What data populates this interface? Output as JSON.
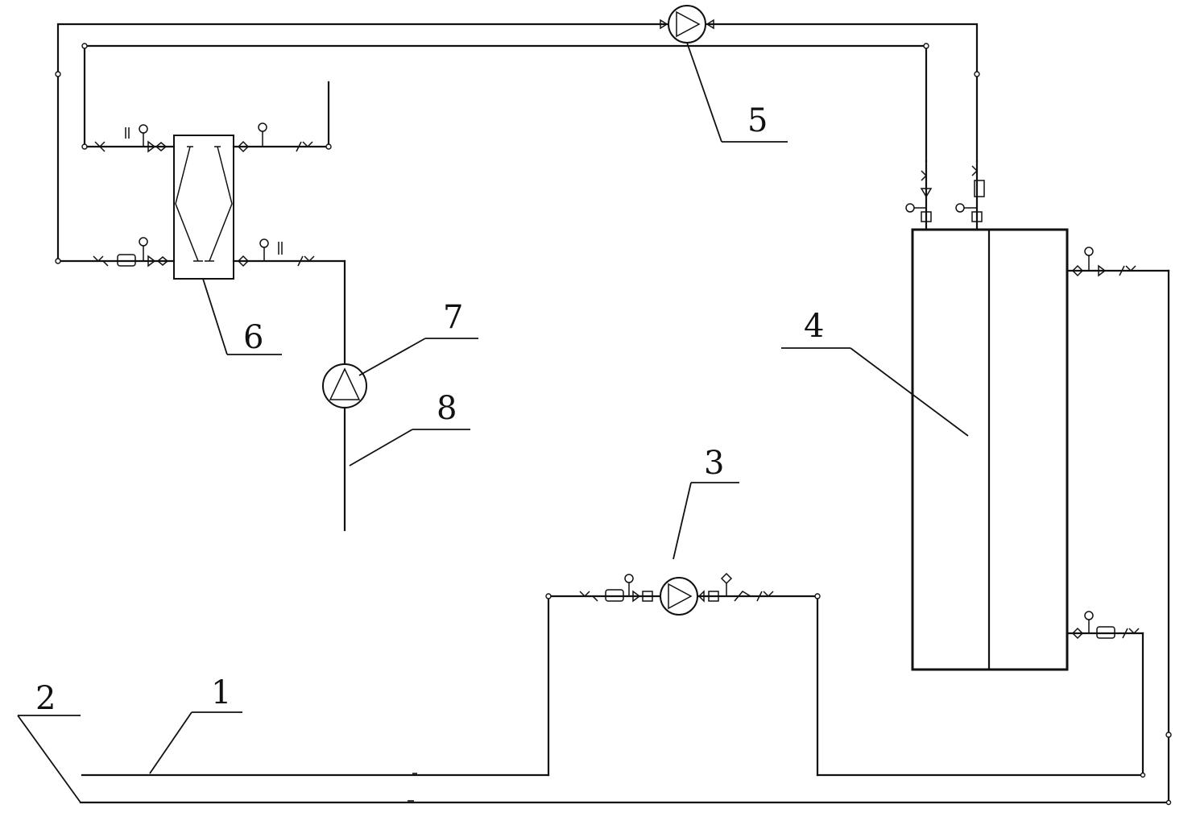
{
  "colors": {
    "line": "#111111",
    "background": "#ffffff"
  },
  "labels": {
    "1": "1",
    "2": "2",
    "3": "3",
    "4": "4",
    "5": "5",
    "6": "6",
    "7": "7",
    "8": "8"
  },
  "components": [
    {
      "id": "pipe-1",
      "label_key": "1",
      "kind": "supply-pipe"
    },
    {
      "id": "pipe-2",
      "label_key": "2",
      "kind": "return-pipe"
    },
    {
      "id": "pump-3",
      "label_key": "3",
      "kind": "pump",
      "icon": "pump-icon"
    },
    {
      "id": "tank-4",
      "label_key": "4",
      "kind": "tank",
      "icon": "tank-icon"
    },
    {
      "id": "pump-5",
      "label_key": "5",
      "kind": "pump",
      "icon": "pump-icon"
    },
    {
      "id": "hex-6",
      "label_key": "6",
      "kind": "plate-heat-exchanger",
      "icon": "heat-exchanger-icon"
    },
    {
      "id": "pump-7",
      "label_key": "7",
      "kind": "pump",
      "icon": "pump-icon"
    },
    {
      "id": "pipe-8",
      "label_key": "8",
      "kind": "pipe"
    }
  ]
}
